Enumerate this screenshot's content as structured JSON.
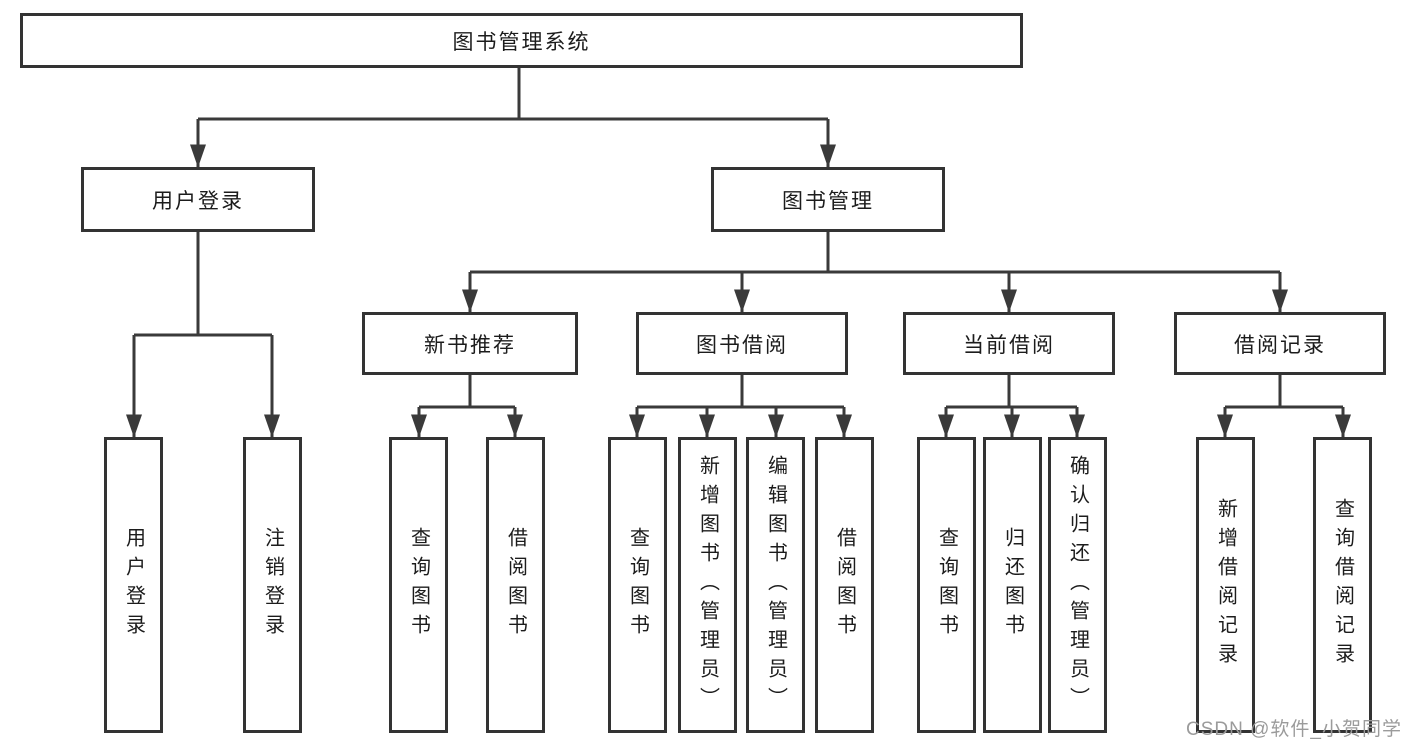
{
  "diagram": {
    "tree": {
      "root": {
        "label": "图书管理系统",
        "children": [
          {
            "label": "用户登录",
            "children": [
              {
                "label": "用户登录"
              },
              {
                "label": "注销登录"
              }
            ]
          },
          {
            "label": "图书管理",
            "children": [
              {
                "label": "新书推荐",
                "children": [
                  {
                    "label": "查询图书"
                  },
                  {
                    "label": "借阅图书"
                  }
                ]
              },
              {
                "label": "图书借阅",
                "children": [
                  {
                    "label": "查询图书"
                  },
                  {
                    "label": "新增图书（管理员）"
                  },
                  {
                    "label": "编辑图书（管理员）"
                  },
                  {
                    "label": "借阅图书"
                  }
                ]
              },
              {
                "label": "当前借阅",
                "children": [
                  {
                    "label": "查询图书"
                  },
                  {
                    "label": "归还图书"
                  },
                  {
                    "label": "确认归还（管理员）"
                  }
                ]
              },
              {
                "label": "借阅记录",
                "children": [
                  {
                    "label": "新增借阅记录"
                  },
                  {
                    "label": "查询借阅记录"
                  }
                ]
              }
            ]
          }
        ]
      }
    },
    "colors": {
      "line": "#3a3a3a",
      "box_border": "#333333",
      "box_fill": "#ffffff",
      "text": "#1c1c1c",
      "watermark": "#9b9b9b"
    }
  },
  "watermark": {
    "text": "CSDN @软件_小贺同学"
  }
}
